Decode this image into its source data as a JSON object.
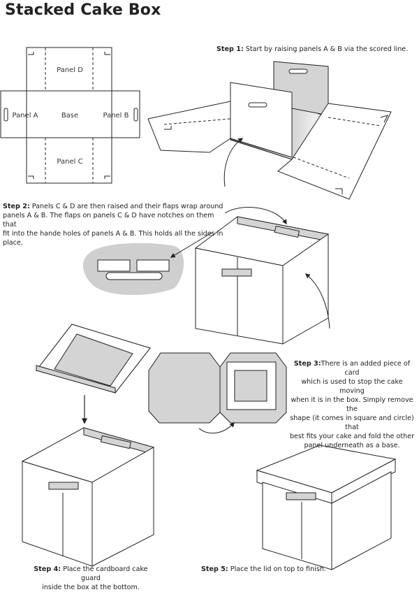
{
  "title": "Stacked Cake Box",
  "net": {
    "panel_d": "Panel D",
    "panel_a": "Panel A",
    "base": "Base",
    "panel_b": "Panel B",
    "panel_c": "Panel C"
  },
  "steps": {
    "step1": {
      "label": "Step 1:",
      "text": "Start by raising panels A & B via the scored line."
    },
    "step2": {
      "label": "Step 2:",
      "lines": [
        "Panels C & D are then raised and their flaps wrap around",
        "panels A & B. The flaps on panels C & D have notches on them that",
        "fit into the hande holes of panels A & B. This holds all the sides in place."
      ]
    },
    "step3": {
      "label": "Step 3:",
      "lines": [
        "There is an added piece of card",
        "which is used to stop the cake moving",
        "when it is in the box. Simply remove the",
        "shape (it comes in square and circle) that",
        "best fits your cake and fold the other",
        "panel underneath as a base."
      ]
    },
    "step4": {
      "label": "Step 4:",
      "lines": [
        "Place the cardboard cake guard",
        "inside the box at the bottom."
      ]
    },
    "step5": {
      "label": "Step 5:",
      "text": "Place the lid on top to finish."
    }
  },
  "colors": {
    "line": "#222222",
    "grey_fill": "#d4d4d4",
    "dark_fill": "#bdbdbd",
    "white": "#ffffff"
  }
}
